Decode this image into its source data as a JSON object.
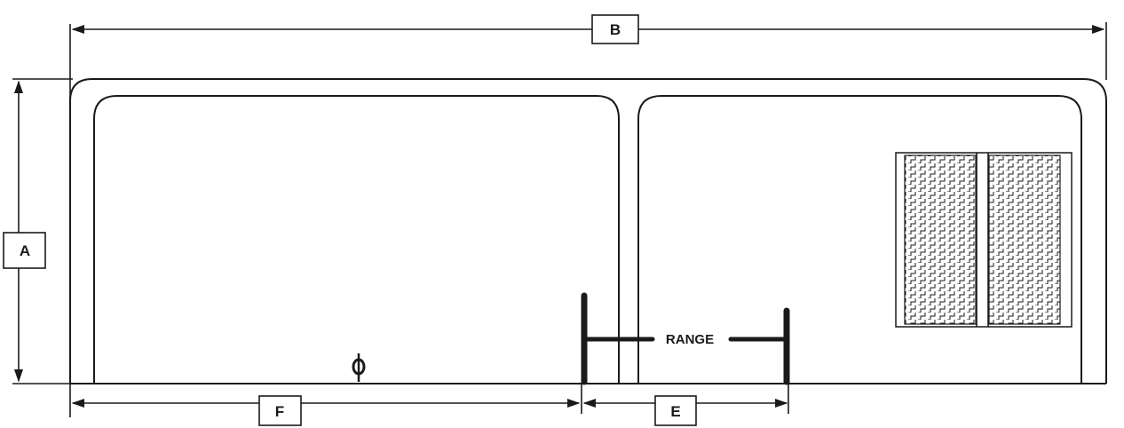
{
  "labels": {
    "A": "A",
    "B": "B",
    "E": "E",
    "F": "F",
    "range": "RANGE"
  },
  "symbols": {
    "drain": "drain-icon"
  },
  "colors": {
    "line": "#1a1a1a",
    "background": "#ffffff"
  }
}
